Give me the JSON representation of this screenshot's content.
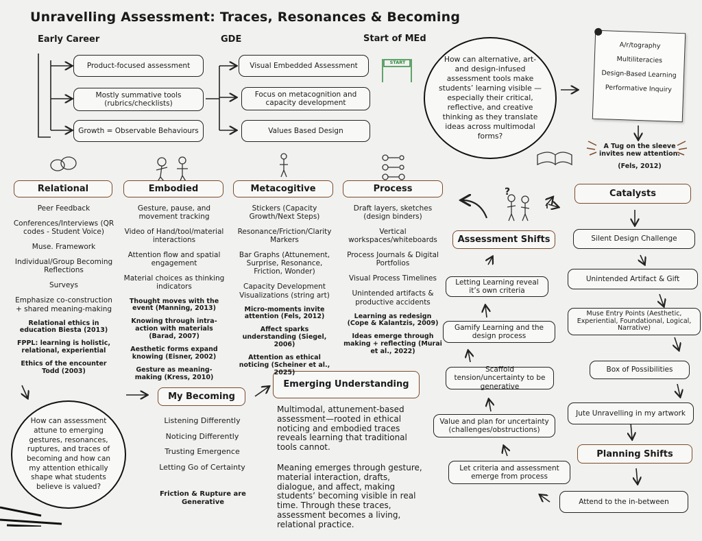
{
  "title": "Unravelling Assessment: Traces, Resonances & Becoming",
  "headers": {
    "early": "Early Career",
    "gde": "GDE",
    "start": "Start of MEd"
  },
  "start_sign": "START",
  "early_boxes": [
    "Product-focused assessment",
    "Mostly summative tools (rubrics/checklists)",
    "Growth = Observable Behaviours"
  ],
  "gde_boxes": [
    "Visual Embedded Assessment",
    "Focus on metacognition and capacity development",
    "Values Based Design"
  ],
  "question_top": "How can alternative, art- and design-infused assessment tools make students’ learning visible — especially their critical, reflective, and creative thinking as they translate ideas across multimodal forms?",
  "note_items": [
    "A/r/tography",
    "Multiliteracies",
    "Design-Based Learning",
    "Performative Inquiry"
  ],
  "tug": {
    "text": "A Tug on the sleeve invites new attention.",
    "cite": "(Fels, 2012)"
  },
  "categories": {
    "relational": "Relational",
    "embodied": "Embodied",
    "meta": "Metacogitive",
    "process": "Process",
    "catalysts": "Catalysts",
    "assess_shifts": "Assessment Shifts",
    "planning_shifts": "Planning Shifts",
    "my_becoming": "My Becoming",
    "emerging": "Emerging Understanding"
  },
  "relational_items": [
    "Peer Feedback",
    "Conferences/Interviews (QR codes - Student Voice)",
    "Muse. Framework",
    "Individual/Group Becoming Reflections",
    "Surveys",
    "Emphasize co-construction + shared meaning-making"
  ],
  "relational_refs": [
    "Relational ethics in education Biesta (2013)",
    "FPPL: learning is holistic, relational, experiential",
    "Ethics of the encounter Todd (2003)"
  ],
  "embodied_items": [
    "Gesture, pause, and movement tracking",
    "Video of Hand/tool/material interactions",
    "Attention flow and spatial engagement",
    "Material choices as thinking indicators"
  ],
  "embodied_refs": [
    "Thought moves with the event (Manning, 2013)",
    "Knowing through intra-action with materials (Barad, 2007)",
    "Aesthetic forms expand knowing (Eisner, 2002)",
    "Gesture as meaning-making (Kress, 2010)"
  ],
  "meta_items": [
    "Stickers (Capacity Growth/Next Steps)",
    "Resonance/Friction/Clarity Markers",
    "Bar Graphs (Attunement, Surprise, Resonance, Friction, Wonder)",
    "Capacity Development Visualizations (string art)"
  ],
  "meta_refs": [
    "Micro-moments invite attention (Fels, 2012)",
    "Affect sparks understanding (Siegel, 2006)",
    "Attention as ethical noticing (Scheiner et al., 2025)"
  ],
  "process_items": [
    "Draft layers, sketches (design binders)",
    "Vertical workspaces/whiteboards",
    "Process Journals & Digital Portfolios",
    "Visual Process Timelines",
    "Unintended artifacts & productive accidents"
  ],
  "process_refs": [
    "Learning as redesign (Cope & Kalantzis, 2009)",
    "Ideas emerge through making + reflecting (Murai et al., 2022)"
  ],
  "catalyst_chain": [
    "Silent Design Challenge",
    "Unintended Artifact & Gift",
    "Muse Entry Points (Aesthetic, Experiential, Foundational, Logical, Narrative)",
    "Box of Possibilities",
    "Jute Unravelling in my artwork"
  ],
  "shift_chain": [
    "Attend to the in-between",
    "Let criteria and assessment emerge from process",
    "Value and plan for uncertainty (challenges/obstructions)",
    "Scaffold tension/uncertainty to be generative",
    "Gamify Learning and the design process",
    "Letting Learning reveal it’s own criteria"
  ],
  "becoming_items": [
    "Listening Differently",
    "Noticing Differently",
    "Trusting Emergence",
    "Letting Go of Certainty"
  ],
  "becoming_ref": "Friction & Rupture are Generative",
  "question_bottom": "How can assessment attune to emerging gestures, resonances, ruptures, and traces of becoming and how can my attention ethically shape what students believe is valued?",
  "emerging_paras": [
    "Multimodal, attunement-based assessment—rooted in ethical noticing and embodied traces reveals learning that traditional tools cannot.",
    "Meaning emerges through gesture, material interaction, drafts, dialogue, and affect, making students’ becoming visible in real time. Through these traces, assessment becomes a living, relational practice."
  ],
  "colors": {
    "accent": "#7a4a2a",
    "ink": "#1a1a1a",
    "paper": "#f1f1ef"
  }
}
